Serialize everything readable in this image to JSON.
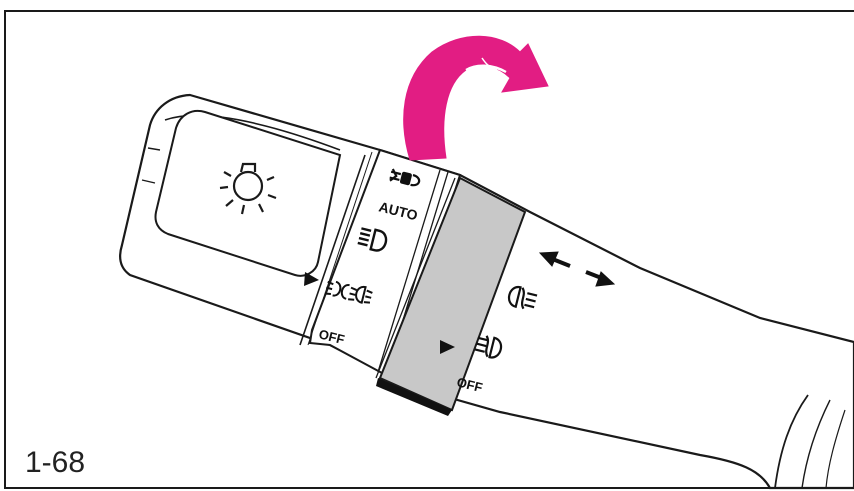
{
  "figure": {
    "number": "1-68",
    "rotary_labels": {
      "auto": "AUTO",
      "off": "OFF"
    },
    "fog_ring_labels": {
      "off": "OFF"
    },
    "colors": {
      "arrow": "#e21d83",
      "ring": "#c8c8c8",
      "line": "#1a1a1a"
    },
    "icons": [
      "headlight-icon",
      "front-fog-icon",
      "rear-fog-icon",
      "lowbeam-icon",
      "parking-icon",
      "parking-on-icon",
      "rotate-arrow-icon",
      "push-pull-arrow-icon"
    ]
  }
}
